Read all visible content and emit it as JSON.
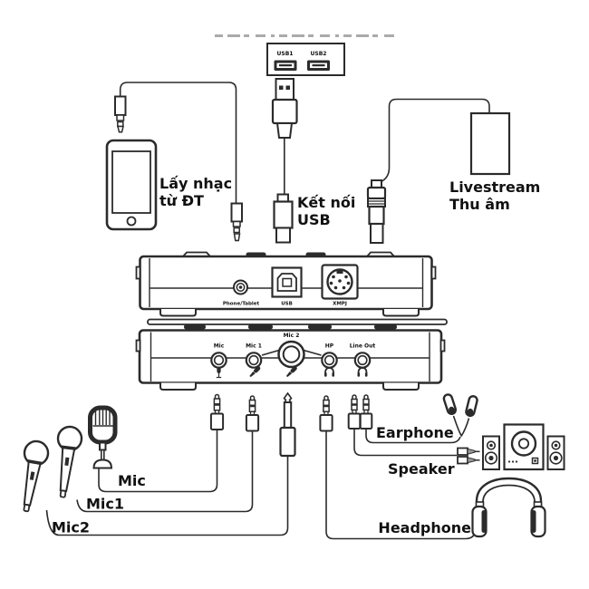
{
  "top": {
    "usb_hub": {
      "usb1": "USB1",
      "usb2": "USB2"
    },
    "callouts": {
      "phone_music_line1": "Lấy nhạc",
      "phone_music_line2": "từ ĐT",
      "usb_connect_line1": "Kết nối",
      "usb_connect_line2": "USB",
      "livestream_line1": "Livestream",
      "livestream_line2": "Thu âm"
    }
  },
  "back_panel": {
    "ports": {
      "phone_tablet": "Phone/Tablet",
      "usb": "USB",
      "xmpj": "XMPJ"
    }
  },
  "front_panel": {
    "ports": {
      "mic": "Mic",
      "mic1": "Mic 1",
      "mic2": "Mic 2",
      "hp": "HP",
      "line_out": "Line Out"
    }
  },
  "bottom": {
    "labels": {
      "mic": "Mic",
      "mic1": "Mic1",
      "mic2": "Mic2",
      "earphone": "Earphone",
      "speaker": "Speaker",
      "headphone": "Headphone"
    }
  },
  "colors": {
    "ink": "#2b2b2b",
    "text": "#111111",
    "background": "#ffffff",
    "watermark_gray": "#ababab"
  }
}
